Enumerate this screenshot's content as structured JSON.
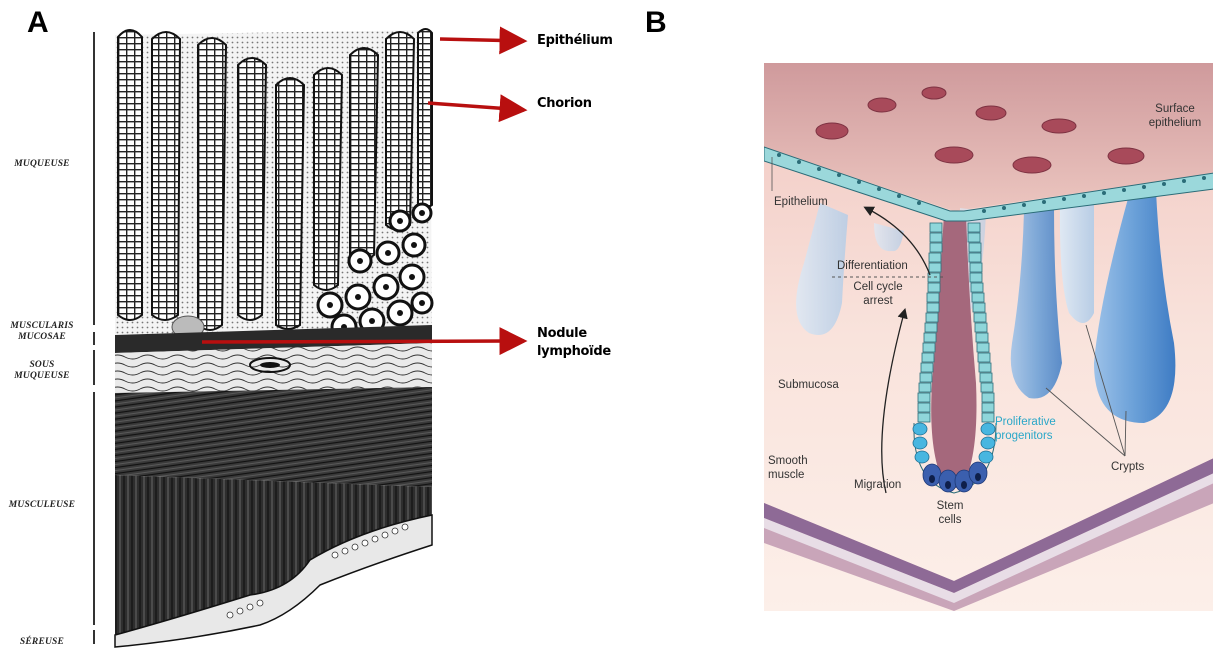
{
  "panel_a": {
    "letter": "A",
    "layers": {
      "muqueuse": "MUQUEUSE",
      "muscularis_mucosae": [
        "MUSCULARIS",
        "MUCOSAE"
      ],
      "sous_muqueuse": [
        "SOUS",
        "MUQUEUSE"
      ],
      "musculeuse": "MUSCULEUSE",
      "sereuse": "SÉREUSE"
    },
    "callouts": {
      "epithelium": "Epithélium",
      "chorion": "Chorion",
      "nodule": [
        "Nodule",
        "lymphoïde"
      ]
    },
    "arrow_color": "#b80f0f"
  },
  "panel_b": {
    "letter": "B",
    "labels": {
      "surface_epithelium": [
        "Surface",
        "epithelium"
      ],
      "epithelium": "Epithelium",
      "differentiation": "Differentiation",
      "cell_cycle_arrest": [
        "Cell cycle",
        "arrest"
      ],
      "submucosa": "Submucosa",
      "proliferative_progenitors": [
        "Proliferative",
        "progenitors"
      ],
      "smooth_muscle": [
        "Smooth",
        "muscle"
      ],
      "migration": "Migration",
      "stem_cells": [
        "Stem",
        "cells"
      ],
      "crypts": "Crypts"
    },
    "colors": {
      "background": "#f6dcd4",
      "surface": "#d9a8a8",
      "epithelial_cells": "#8fd4d8",
      "crypt_blue": "#6ea2d6",
      "lumen": "#a8637a",
      "stem_cell": "#3b5fae",
      "muscle": "#8e6a96"
    }
  }
}
